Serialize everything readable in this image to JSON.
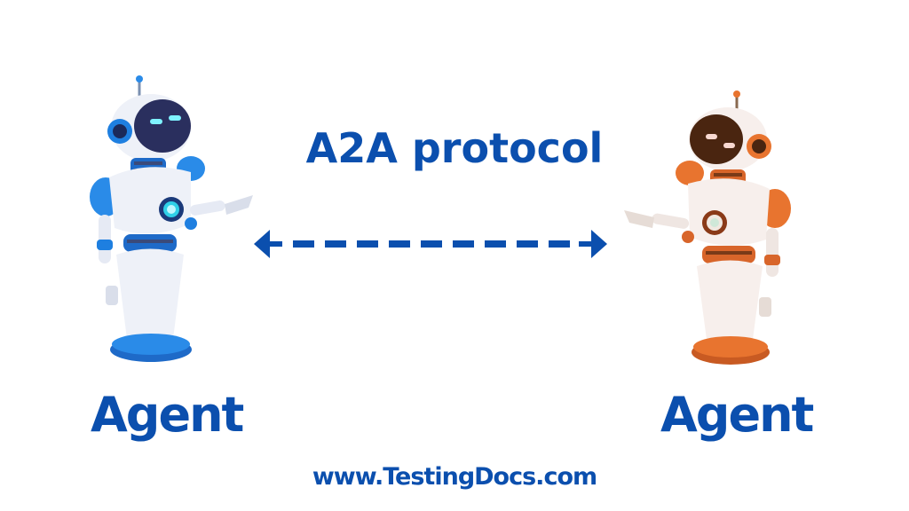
{
  "diagram": {
    "title": "A2A protocol",
    "left_agent": {
      "label": "Agent",
      "color_scheme": "blue",
      "accent": "#1e7fe0"
    },
    "right_agent": {
      "label": "Agent",
      "color_scheme": "orange",
      "accent": "#e8742f"
    },
    "connector": {
      "type": "bidirectional-dashed-arrow",
      "color": "#0b4fae"
    },
    "footer": "www.TestingDocs.com"
  },
  "colors": {
    "text": "#0b4fae",
    "background": "#ffffff"
  }
}
